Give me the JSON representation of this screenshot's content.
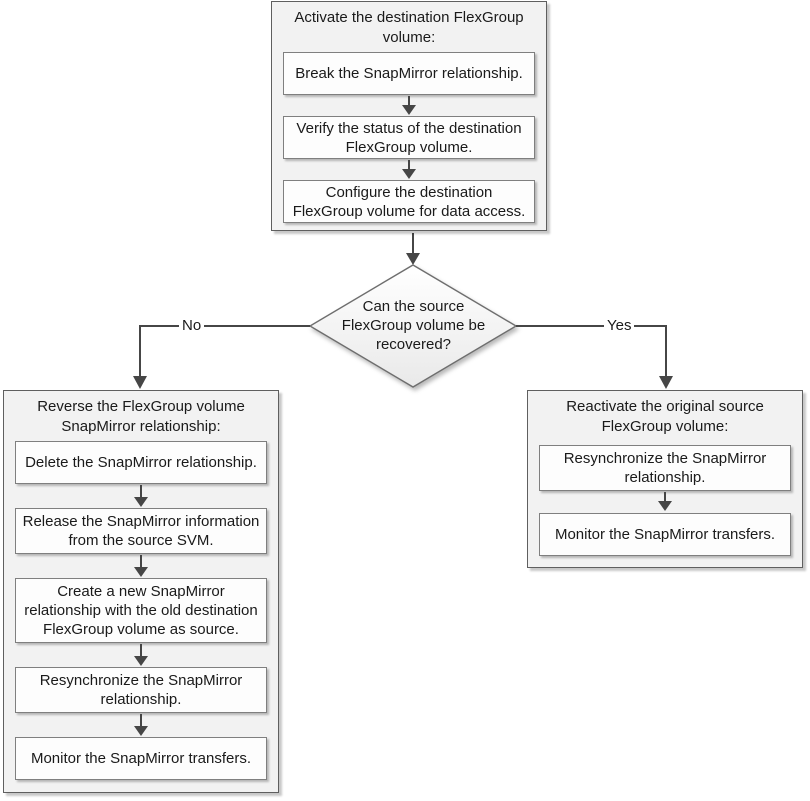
{
  "top_group": {
    "title": "Activate the destination FlexGroup volume:",
    "steps": [
      "Break the SnapMirror relationship.",
      "Verify the status of the destination FlexGroup volume.",
      "Configure the destination FlexGroup volume for data access."
    ]
  },
  "decision": {
    "question": "Can the source FlexGroup volume be recovered?",
    "no_label": "No",
    "yes_label": "Yes"
  },
  "left_group": {
    "title": "Reverse the FlexGroup volume SnapMirror relationship:",
    "steps": [
      "Delete the SnapMirror relationship.",
      "Release the SnapMirror information from the source SVM.",
      "Create a new SnapMirror relationship with the old destination FlexGroup volume as source.",
      "Resynchronize the SnapMirror relationship.",
      "Monitor the SnapMirror transfers."
    ]
  },
  "right_group": {
    "title": "Reactivate the original source FlexGroup volume:",
    "steps": [
      "Resynchronize the SnapMirror relationship.",
      "Monitor the SnapMirror transfers."
    ]
  },
  "colors": {
    "group_fill": "#f2f2f2",
    "group_border": "#5f5f5f",
    "step_fill": "#fdfdfd",
    "step_border": "#7f7f7f",
    "connector": "#464646",
    "diamond_border": "#6e6e6e",
    "text": "#1a1a1a"
  }
}
